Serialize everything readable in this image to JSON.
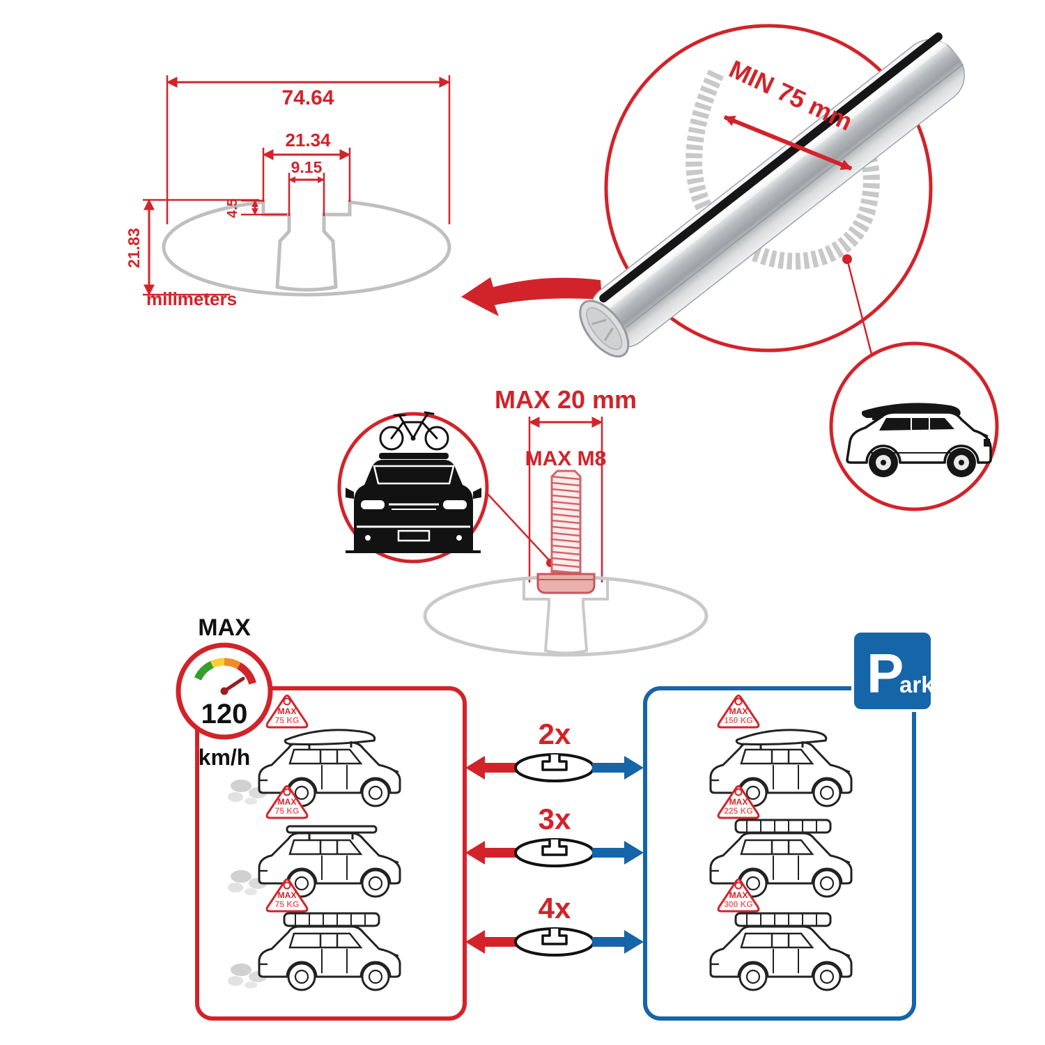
{
  "colors": {
    "red": "#d2232a",
    "blue": "#1565a8",
    "black": "#111111",
    "gray_profile": "#bfbfbf",
    "silver": "#c9cbcd"
  },
  "profile": {
    "overall_width": "74.64",
    "channel_width": "21.34",
    "slot_width": "9.15",
    "lip_depth": "4.5",
    "height": "21.83",
    "units_label": "milimeters"
  },
  "crossbar": {
    "min_clearance": "MIN 75 mm"
  },
  "bolt": {
    "max_width": "MAX 20 mm",
    "max_thread": "MAX M8"
  },
  "speed": {
    "label": "MAX",
    "value": "120",
    "unit": "km/h"
  },
  "parking": {
    "letter": "P",
    "suffix": "ark"
  },
  "multipliers": [
    "2x",
    "3x",
    "4x"
  ],
  "driving_loads": [
    {
      "label": "MAX",
      "value": "75 KG"
    },
    {
      "label": "MAX",
      "value": "75 KG"
    },
    {
      "label": "MAX",
      "value": "75 KG"
    }
  ],
  "parked_loads": [
    {
      "label": "MAX",
      "value": "150 KG"
    },
    {
      "label": "MAX",
      "value": "225 KG"
    },
    {
      "label": "MAX",
      "value": "300 KG"
    }
  ],
  "icon_names": [
    "profile-cross-section",
    "crossbar-render",
    "roof-rail-icon",
    "suv-roofbox-icon",
    "bike-car-front-icon",
    "t-bolt-icon",
    "speedometer-icon",
    "parking-sign",
    "car-icon",
    "smoke-icon",
    "load-sign",
    "crossbar-ellipse-icon",
    "red-arrow-left-icon",
    "blue-arrow-right-icon",
    "big-red-arrow-icon"
  ]
}
